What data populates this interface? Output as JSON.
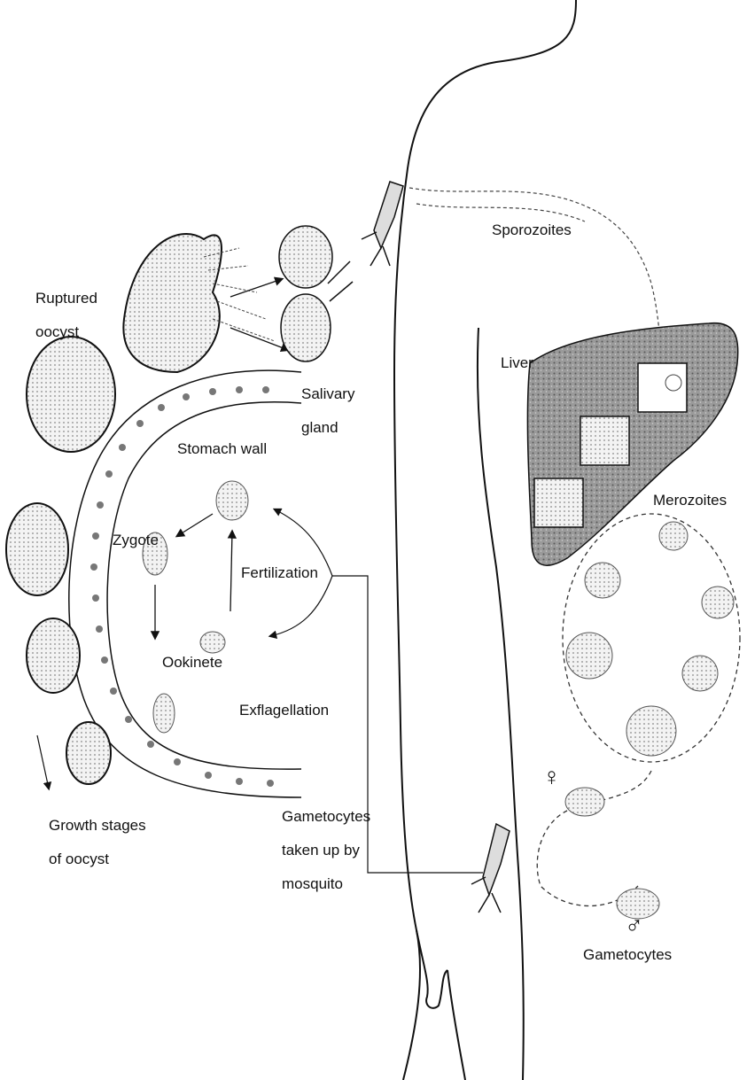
{
  "labels": {
    "ruptured_oocyst": [
      "Ruptured",
      "oocyst"
    ],
    "salivary_gland": [
      "Salivary",
      "gland"
    ],
    "sporozoites": "Sporozoites",
    "liver": "Liver",
    "stomach_wall": "Stomach wall",
    "merozoites": "Merozoites",
    "zygote": "Zygote",
    "fertilization": "Fertilization",
    "ookinete": "Ookinete",
    "exflagellation": "Exflagellation",
    "growth_stages": [
      "Growth stages",
      "of oocyst"
    ],
    "gametocytes_taken_up": [
      "Gametocytes",
      "taken up by",
      "mosquito"
    ],
    "gametocytes": "Gametocytes",
    "female_symbol": "♀",
    "male_symbol": "♂"
  },
  "colors": {
    "ink": "#111111",
    "liver_fill": "#8a8a8a",
    "cell_fill": "#e9e9e9"
  }
}
